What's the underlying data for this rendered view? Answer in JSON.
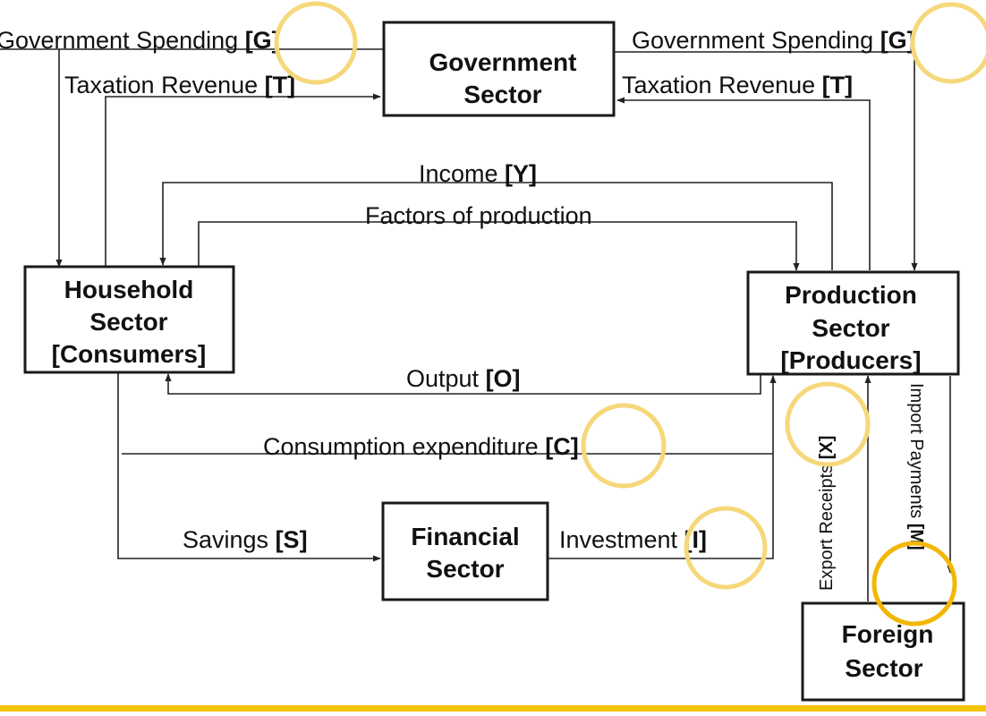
{
  "sectors": {
    "government": [
      "Government",
      "Sector"
    ],
    "household": [
      "Household",
      "Sector",
      "[Consumers]"
    ],
    "production": [
      "Production",
      "Sector",
      "[Producers]"
    ],
    "financial": [
      "Financial",
      "Sector"
    ],
    "foreign": [
      "Foreign",
      "Sector"
    ]
  },
  "flows": {
    "gov_spending_left": {
      "text": "Government Spending ",
      "code": "[G]"
    },
    "taxation_left": {
      "text": "Taxation Revenue ",
      "code": "[T]"
    },
    "gov_spending_right": {
      "text": "Government Spending ",
      "code": "[G]"
    },
    "taxation_right": {
      "text": "Taxation Revenue ",
      "code": "[T]"
    },
    "income": {
      "text": "Income ",
      "code": "[Y]"
    },
    "factors": {
      "text": "Factors of production",
      "code": ""
    },
    "output": {
      "text": "Output ",
      "code": "[O]"
    },
    "consumption": {
      "text": "Consumption expenditure ",
      "code": "[C]"
    },
    "savings": {
      "text": "Savings ",
      "code": "[S]"
    },
    "investment": {
      "text": "Investment ",
      "code": "[I]"
    },
    "export": {
      "text": "Export Receipts ",
      "code": "[X]"
    },
    "import": {
      "text": "Import Payments ",
      "code": "[M]"
    }
  },
  "colors": {
    "highlight": "#f6d77a",
    "highlight_strong": "#f2b705",
    "bottom_bar": "#f4c400",
    "line": "#222222"
  }
}
